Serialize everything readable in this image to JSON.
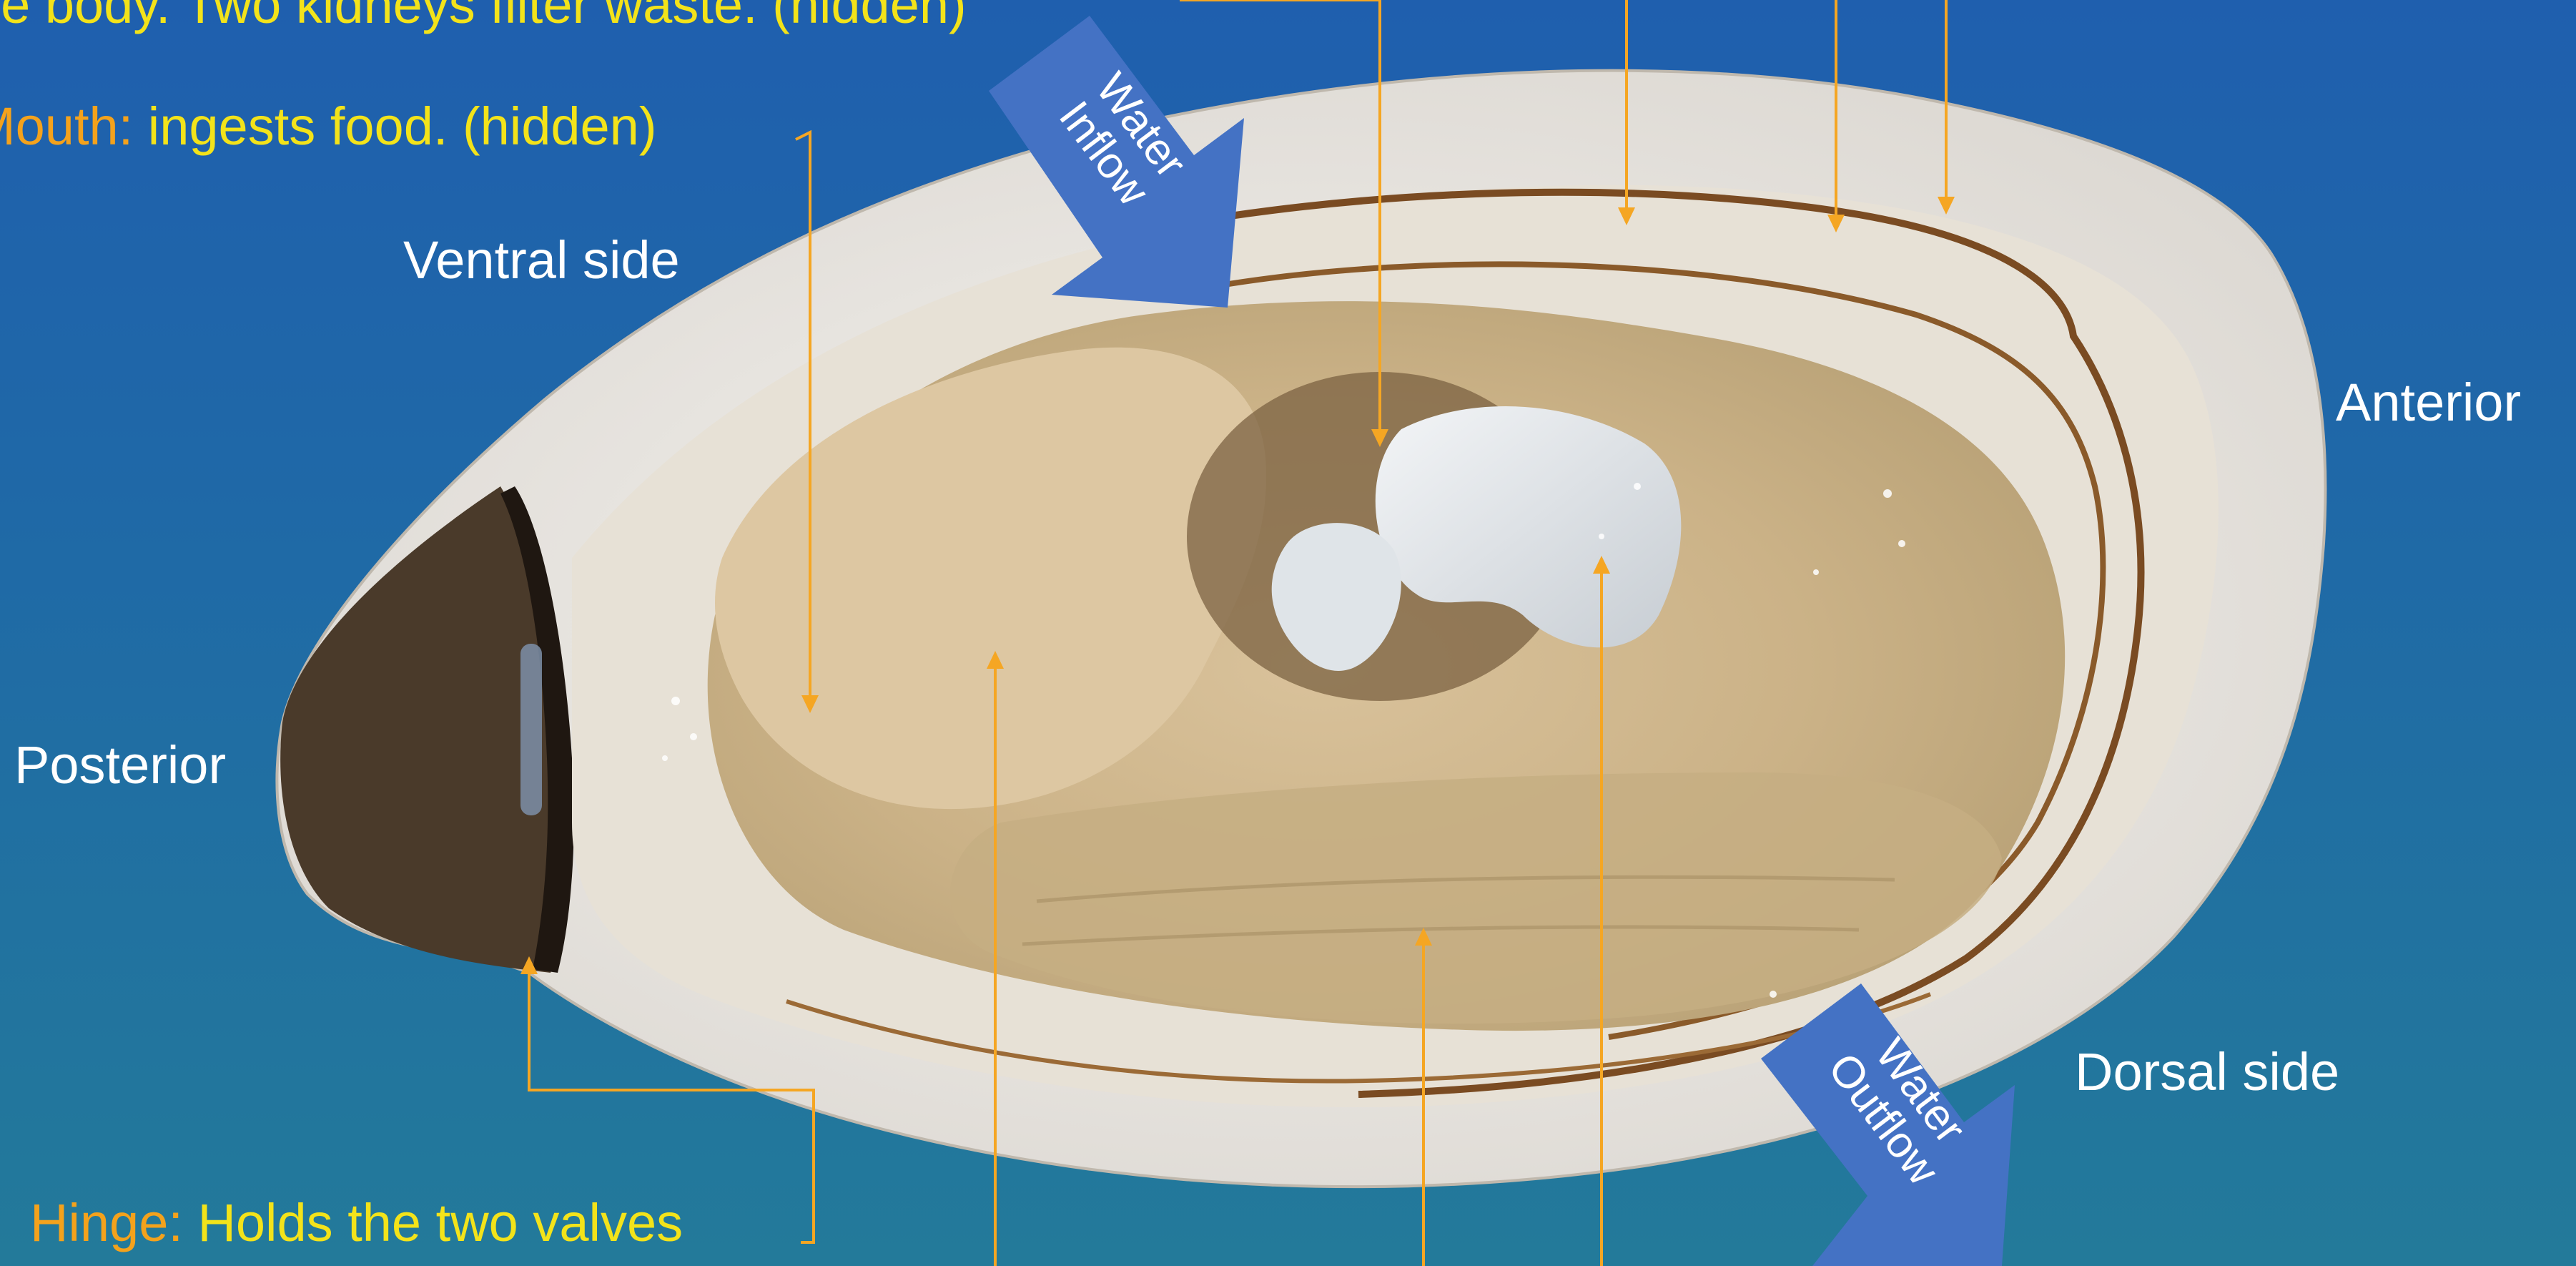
{
  "labels": {
    "top_desc": "he body.  Two kidneys filter waste. (hidden)",
    "mouth_term": "Mouth:",
    "mouth_desc": " ingests food. (hidden)",
    "hinge_term": "Hinge:",
    "hinge_desc": " Holds the two valves",
    "ventral": "Ventral side",
    "anterior": "Anterior",
    "posterior": "Posterior",
    "dorsal": "Dorsal side",
    "water_inflow_1": "Water",
    "water_inflow_2": "Inflow",
    "water_outflow_1": "Water",
    "water_outflow_2": "Outflow"
  },
  "colors": {
    "background_top": "#1f5fae",
    "background_bottom": "#237a9a",
    "leader_line": "#f5a623",
    "term_text": "#f4a21c",
    "desc_text": "#f3e31a",
    "flow_arrow": "#4472c4",
    "shell_rim": "#e9e6e0",
    "shell_edge": "#f4f3f1",
    "mantle_band": "#8a5a2a",
    "body_tissue": "#d8bf96",
    "gill_tissue": "#c9b48b",
    "muscle": "#dfe3e6",
    "hinge_dark": "#2b2118"
  },
  "arrows": {
    "inflow_icon": "arrow-down-right",
    "outflow_icon": "arrow-down-right"
  }
}
